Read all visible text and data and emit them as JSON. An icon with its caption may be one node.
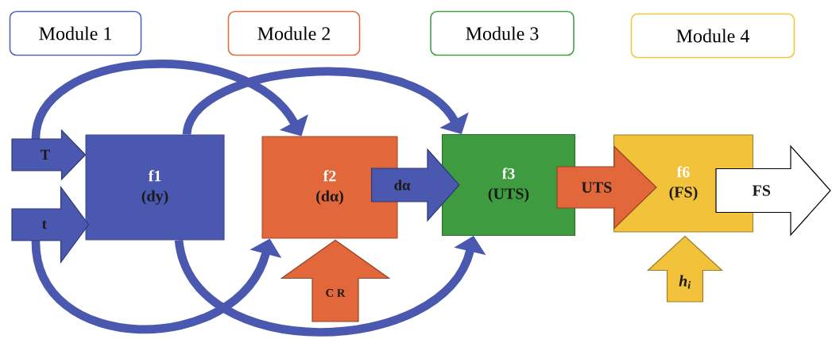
{
  "diagram": {
    "nodes": [
      {
        "text": [
          "Module 1"
        ]
      },
      {
        "text": [
          "Module 2"
        ]
      },
      {
        "text": [
          "Module 3"
        ]
      },
      {
        "text": [
          "Module 4"
        ]
      },
      {
        "text": [
          "f1",
          "(dy)"
        ]
      },
      {
        "text": [
          "f2",
          "(dα)"
        ]
      },
      {
        "text": [
          "f3",
          "(UTS)"
        ]
      },
      {
        "text": [
          "f6",
          "(FS)"
        ]
      }
    ],
    "edges": [
      {
        "from": null,
        "to": 4,
        "arrow": "to",
        "label": "T"
      },
      {
        "from": null,
        "to": 4,
        "arrow": "to",
        "label": "t"
      },
      {
        "from": 5,
        "to": 6,
        "arrow": "to",
        "label": "dα"
      },
      {
        "from": 6,
        "to": 7,
        "arrow": "to",
        "label": "UTS",
        "color": "#e2673a"
      },
      {
        "from": 7,
        "to": null,
        "arrow": "to",
        "label": "FS",
        "color": "#ffffff"
      },
      {
        "from": null,
        "to": 5,
        "arrow": "to",
        "label": "C R",
        "color": "#e2673a"
      },
      {
        "from": null,
        "to": 7,
        "arrow": "to",
        "label": "h$_{i}$",
        "color": "#f2c23a"
      },
      {
        "from": null,
        "to": 5,
        "arrow": "to"
      },
      {
        "from": 4,
        "to": 6,
        "arrow": "to"
      },
      {
        "from": null,
        "to": 5,
        "arrow": "to"
      },
      {
        "from": 4,
        "to": 6,
        "arrow": "to"
      }
    ]
  }
}
